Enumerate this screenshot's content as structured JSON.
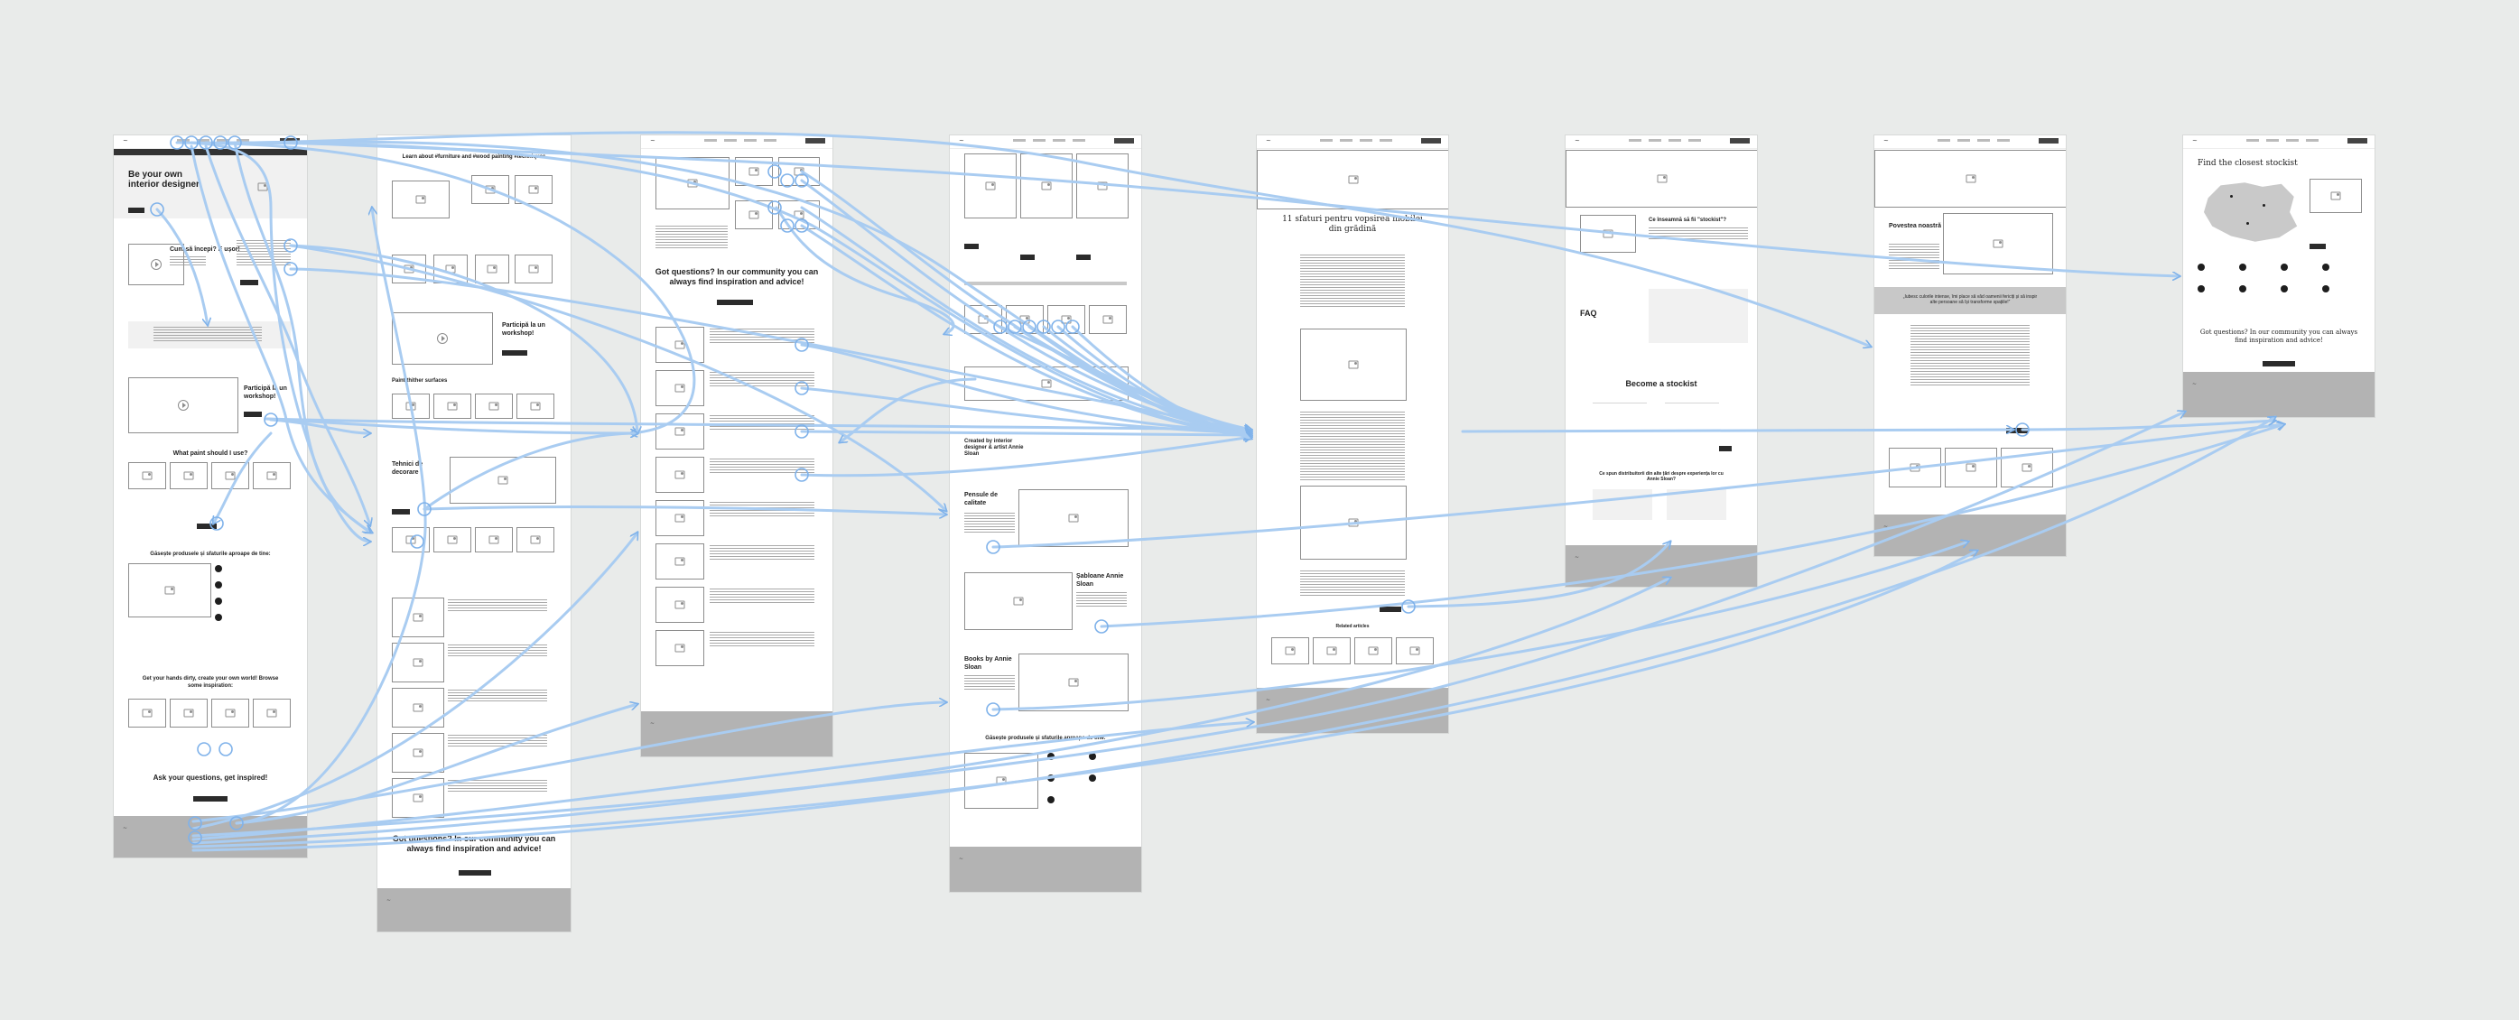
{
  "screens": {
    "home": {
      "hero_title": "Be your own interior designer",
      "how_heading": "Cum să începi? E ușor!",
      "workshop_heading": "Participă la un workshop!",
      "paint_question": "What paint should I use?",
      "stockists_heading": "Găsește produsele și sfaturile aproape de tine:",
      "hands_dirty": "Get your hands dirty, create your own world! Browse some inspiration:",
      "ask_questions": "Ask your questions, get inspired!"
    },
    "techniques": {
      "learn_title": "Learn about #furniture and #wood painting #techniques",
      "workshop_heading": "Participă la un workshop!",
      "paint_surfaces": "Paint thither surfaces",
      "techniques_heading": "Tehnici de decorare",
      "got_questions": "Got questions? In our community you can always find inspiration and advice!"
    },
    "community": {
      "got_questions": "Got questions? In our community you can always find inspiration and advice!"
    },
    "about": {
      "created_by": "Created by interior designer & artist Annie Sloan",
      "quality_brushes": "Pensule de calitate",
      "annie_wax": "Șabloane Annie Sloan",
      "books_by": "Books by Annie Sloan",
      "stockists_heading": "Găsește produsele și sfaturile aproape de tine:"
    },
    "article": {
      "title": "11 sfaturi pentru vopsirea mobilei din grădină",
      "related": "Related articles"
    },
    "stockist_info": {
      "what_is": "Ce înseamnă să fii \"stockist\"?",
      "faq": "FAQ",
      "become": "Become a stockist",
      "testimonials": "Ce spun distribuitorii din alte țări despre experiența lor cu Annie Sloan?"
    },
    "story": {
      "title": "Povestea noastră",
      "quote": "„Iubesc culorile intense, îmi place să văd oamenii fericiți și să inspir alte persoane să își transforme spațiile!”"
    },
    "find": {
      "title": "Find the closest stockist",
      "got_questions": "Got questions? In our community you can always find inspiration and advice!"
    }
  },
  "colors": {
    "background": "#e9ebea",
    "frame": "#ffffff",
    "connector": "#7fb2ea",
    "footer": "#b3b3b3"
  }
}
